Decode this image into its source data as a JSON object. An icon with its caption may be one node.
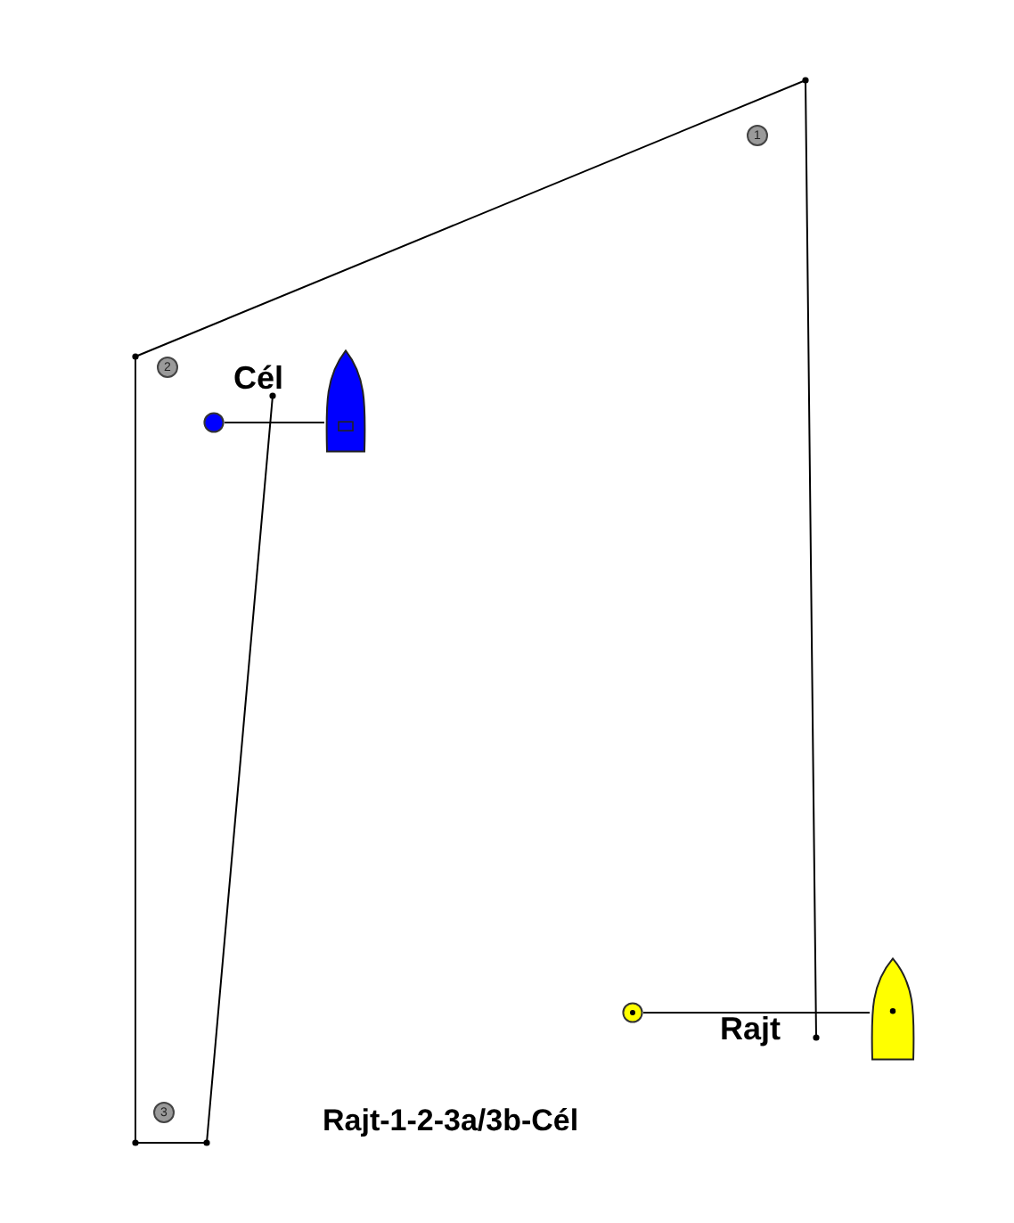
{
  "diagram": {
    "caption": "Rajt-1-2-3a/3b-Cél",
    "nodes": [
      {
        "text": [
          "1"
        ]
      },
      {
        "text": [
          "2"
        ]
      },
      {
        "text": [
          "3"
        ]
      },
      {
        "text": [],
        "shape": "circle"
      },
      {
        "text": [],
        "shape": "boat"
      },
      {
        "text": [],
        "shape": "circle"
      },
      {
        "text": [],
        "shape": "boat"
      }
    ],
    "edges": [
      {
        "from": 3,
        "to": 4,
        "arrow": "none"
      },
      {
        "from": 5,
        "to": 6,
        "arrow": "none"
      }
    ],
    "labels": [
      "Cél",
      "Rajt"
    ]
  }
}
